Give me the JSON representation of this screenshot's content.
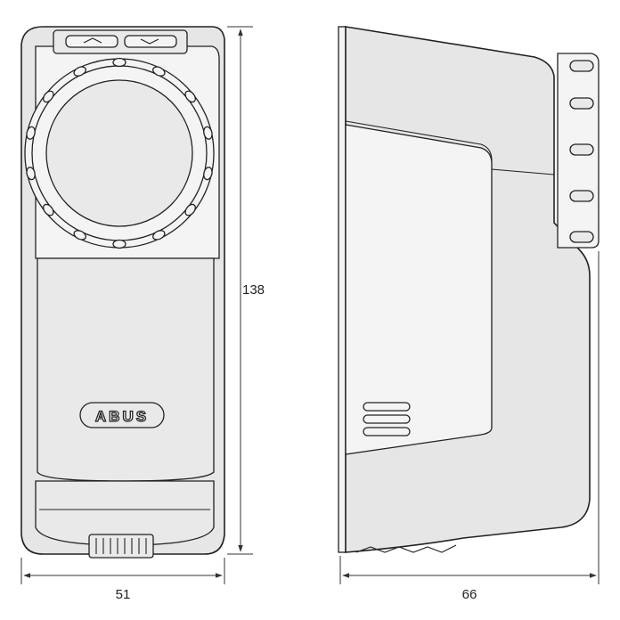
{
  "dimensions": {
    "width": "51",
    "height": "138",
    "depth": "66"
  },
  "brand": {
    "logo_text": "ABUS"
  },
  "colors": {
    "housing": "#e6e6e6",
    "line": "#222222",
    "background": "#ffffff"
  }
}
